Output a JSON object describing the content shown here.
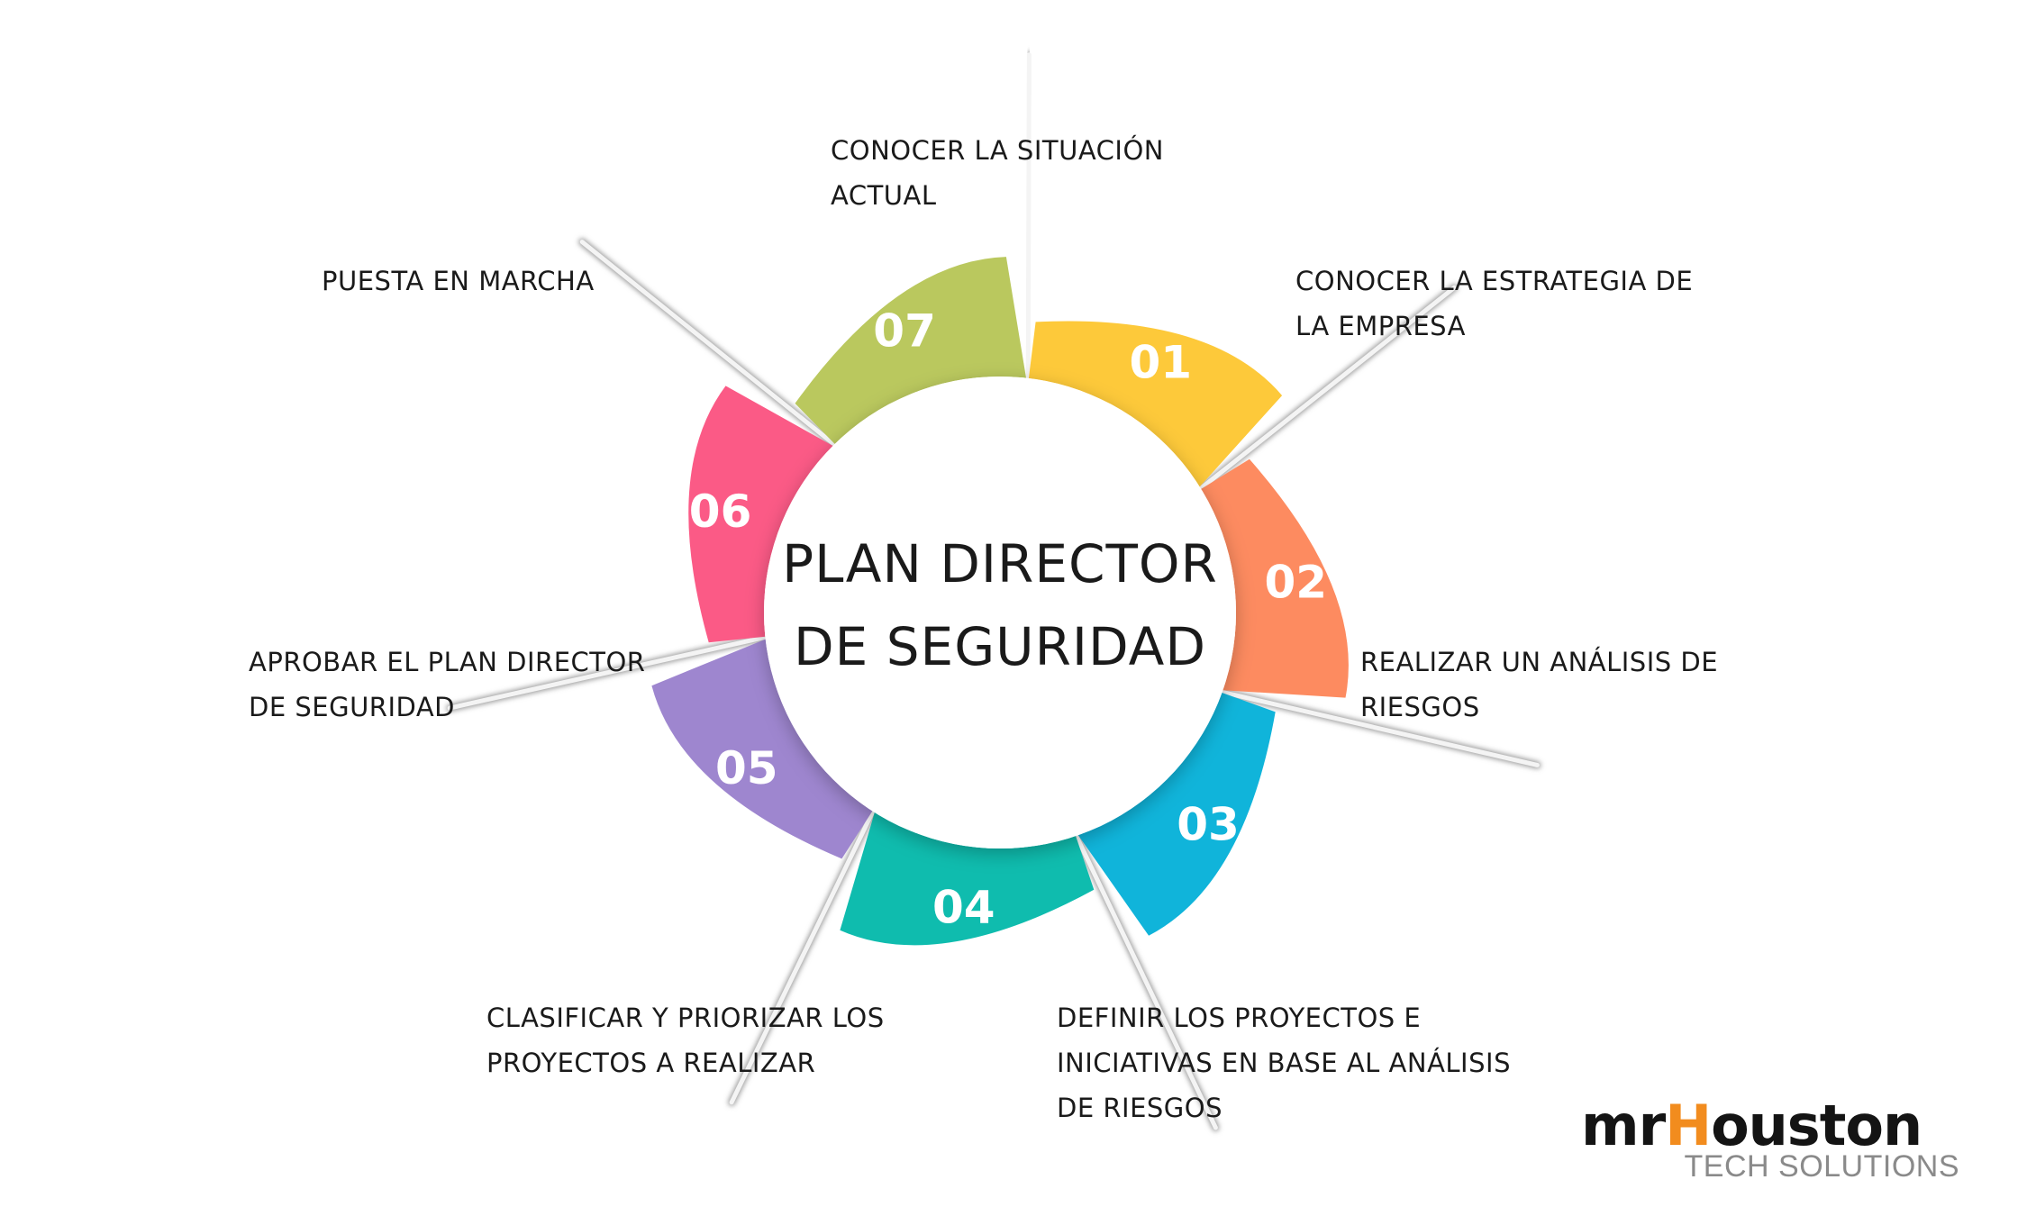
{
  "center": {
    "title_line1": "PLAN DIRECTOR",
    "title_line2": "DE SEGURIDAD"
  },
  "steps": [
    {
      "number": "01",
      "color": "#fdc93a",
      "line1": "CONOCER LA SITUACIÓN",
      "line2": "ACTUAL",
      "line3": ""
    },
    {
      "number": "02",
      "color": "#fd8b60",
      "line1": "CONOCER LA ESTRATEGIA DE",
      "line2": "LA EMPRESA",
      "line3": ""
    },
    {
      "number": "03",
      "color": "#10b4da",
      "line1": "REALIZAR UN ANÁLISIS DE",
      "line2": "RIESGOS",
      "line3": ""
    },
    {
      "number": "04",
      "color": "#0fbcae",
      "line1": "DEFINIR LOS PROYECTOS E",
      "line2": "INICIATIVAS EN BASE AL ANÁLISIS",
      "line3": "DE RIESGOS"
    },
    {
      "number": "05",
      "color": "#9e86cf",
      "line1": "CLASIFICAR Y PRIORIZAR LOS",
      "line2": "PROYECTOS A REALIZAR",
      "line3": ""
    },
    {
      "number": "06",
      "color": "#fb5a86",
      "line1": "APROBAR EL PLAN DIRECTOR",
      "line2": "DE SEGURIDAD",
      "line3": ""
    },
    {
      "number": "07",
      "color": "#bac85e",
      "line1": "PUESTA EN MARCHA",
      "line2": "",
      "line3": ""
    }
  ],
  "logo": {
    "prefix": "mr",
    "accent": "H",
    "suffix": "ouston",
    "accent_color": "#f28c1e",
    "tagline": "TECH SOLUTIONS"
  }
}
